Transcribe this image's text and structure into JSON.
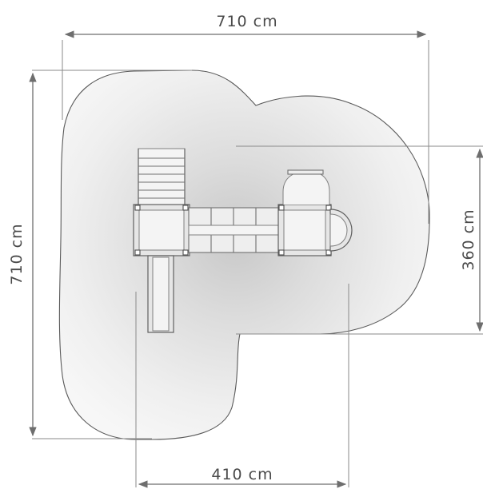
{
  "dimensions": {
    "width_top": "710 cm",
    "height_left": "710 cm",
    "height_right": "360 cm",
    "width_bottom": "410 cm"
  },
  "colors": {
    "zone_center": "#c8c8c8",
    "zone_edge": "#f7f7f7",
    "outline": "#5a5a5a",
    "dimension": "#6e6e6e"
  },
  "icons": {
    "arrow": "arrowhead"
  }
}
